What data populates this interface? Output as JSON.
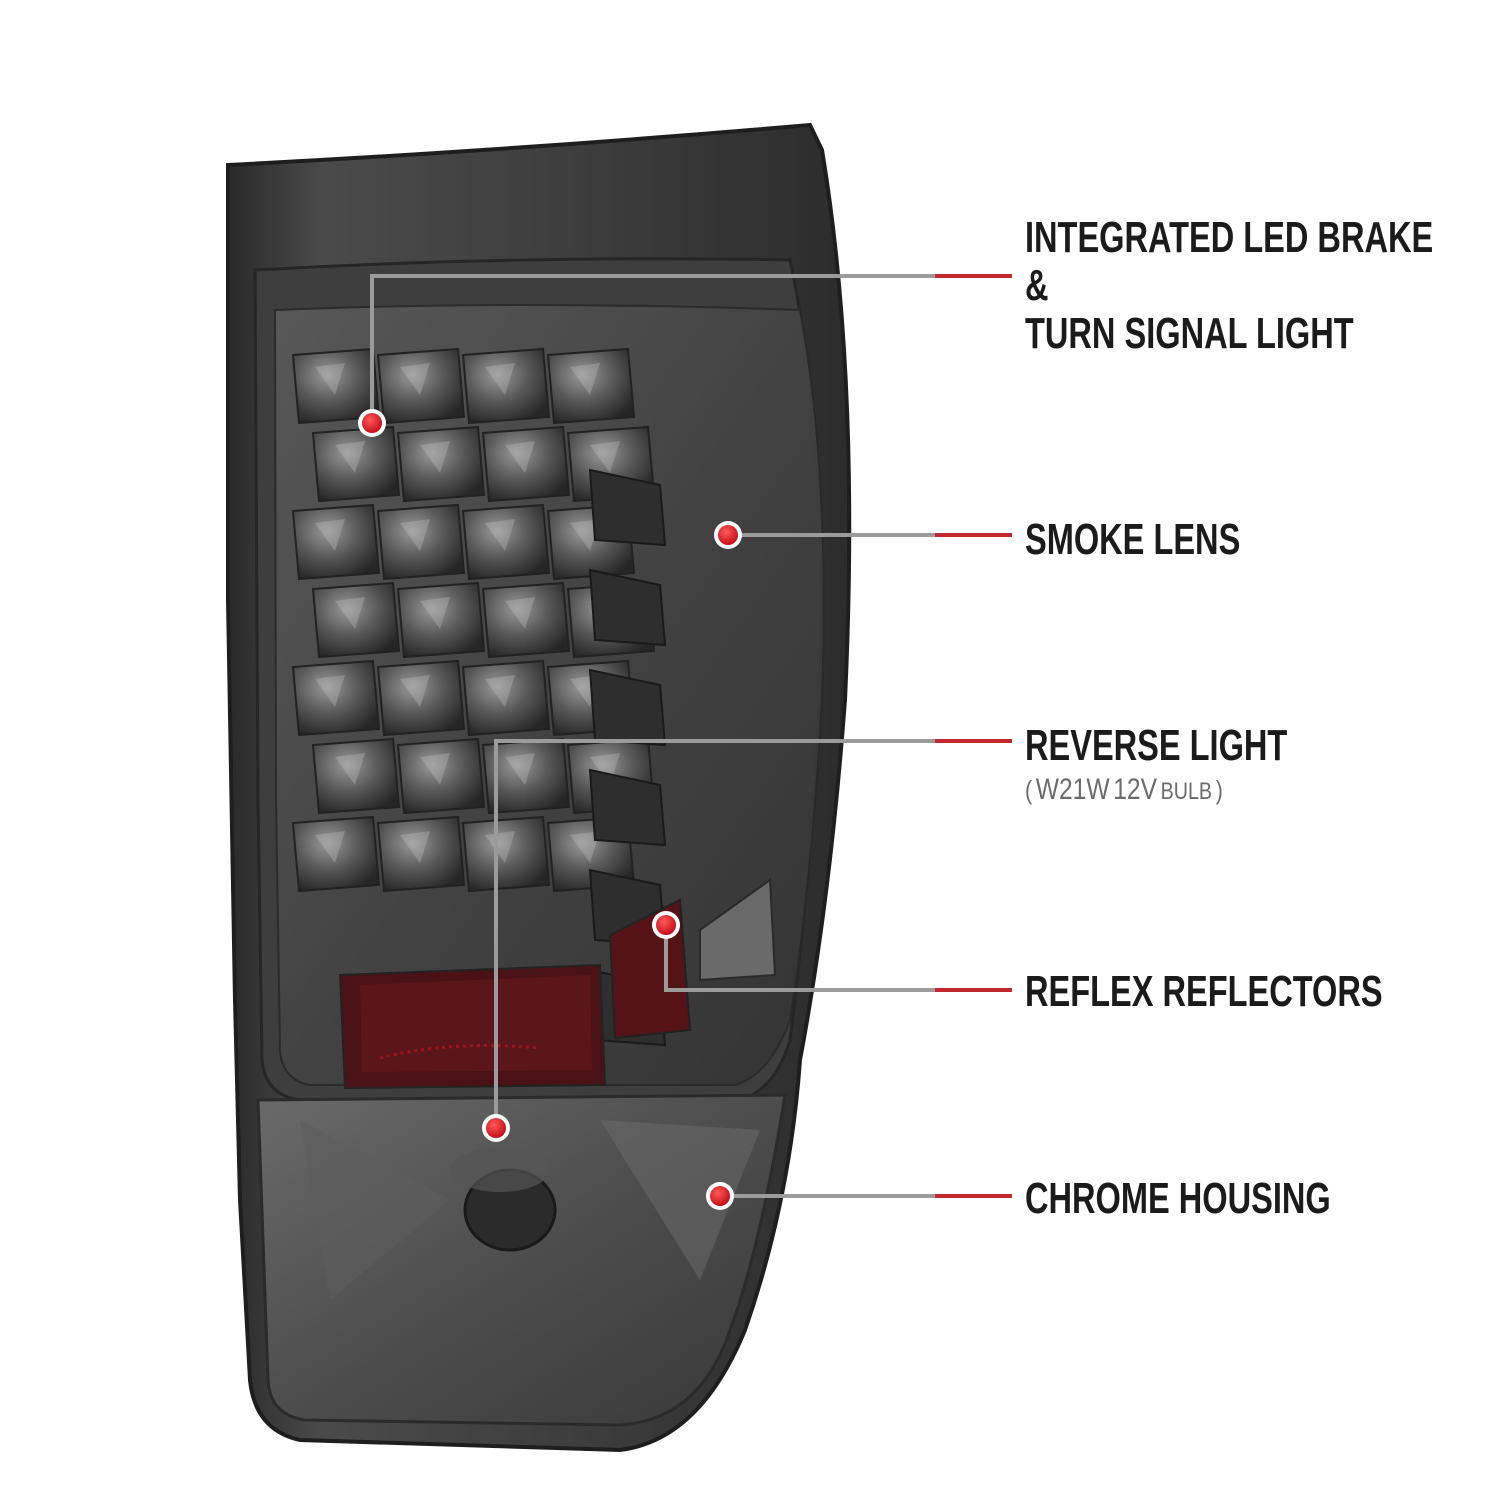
{
  "colors": {
    "callout_line": "#c1272d",
    "callout_dot": "#e3101c",
    "housing_smoke": "#3a3a3a",
    "reflector_red": "#5a1014"
  },
  "callouts": [
    {
      "id": "led",
      "lines": [
        "INTEGRATED LED BRAKE",
        "&",
        "TURN SIGNAL LIGHT"
      ]
    },
    {
      "id": "smoke",
      "lines": [
        "SMOKE LENS"
      ]
    },
    {
      "id": "reverse",
      "lines": [
        "REVERSE LIGHT"
      ]
    },
    {
      "id": "reflex",
      "lines": [
        "REFLEX REFLECTORS"
      ]
    },
    {
      "id": "chrome",
      "lines": [
        "CHROME HOUSING"
      ]
    }
  ],
  "reverse_detail": {
    "open": "(",
    "bulb": "W21W",
    "voltage": "12V",
    "word": "BULB",
    "close": ")"
  }
}
